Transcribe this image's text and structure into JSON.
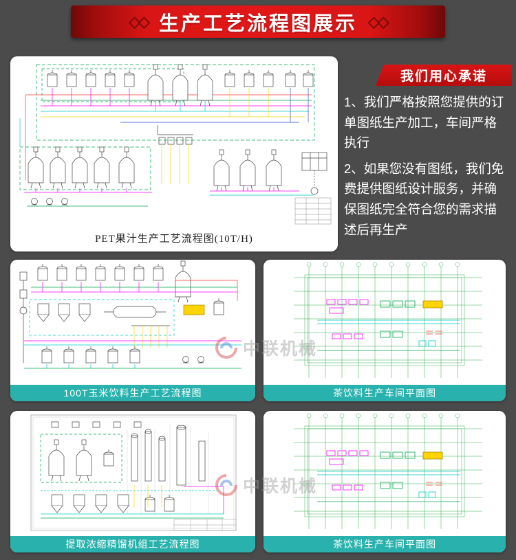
{
  "header": {
    "title": "生产工艺流程图展示",
    "left_ornament": "◇◇",
    "right_ornament": "◇◇"
  },
  "promise": {
    "title": "我们用心承诺",
    "items": [
      "1、我们严格按照您提供的订单图纸生产加工，车间严格执行",
      "2、如果您没有图纸，我们免费提供图纸设计服务，并确保图纸完全符合您的需求描述后再生产"
    ]
  },
  "main_card": {
    "caption": "PET果汁生产工艺流程图(10T/H)"
  },
  "grid_cards": [
    {
      "caption": "100T玉米饮料生产工艺流程图"
    },
    {
      "caption": "茶饮料生产车间平面图"
    },
    {
      "caption": "提取浓缩精馏机组工艺流程图"
    },
    {
      "caption": "茶饮料生产车间平面图"
    }
  ],
  "watermark": {
    "text": "中联机械"
  },
  "colors": {
    "banner_red": "#d91515",
    "banner_dark_red": "#7d0a0a",
    "caption_teal": "#29b2ad",
    "page_bg": "#4b4b4b",
    "cad_green": "#00a650",
    "cad_magenta": "#ff00ff",
    "cad_cyan": "#00c8c8",
    "cad_yellow": "#ffd400"
  }
}
